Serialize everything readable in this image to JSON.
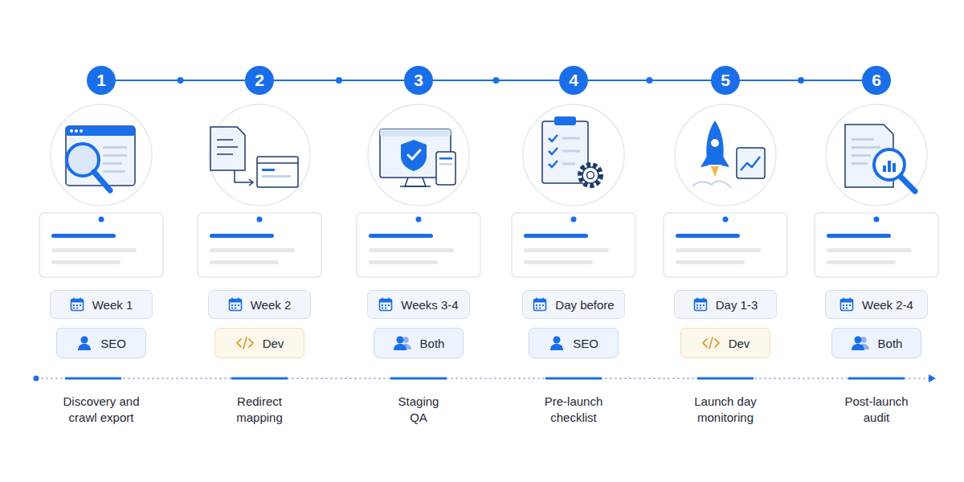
{
  "diagram": {
    "nodes": [
      {
        "text": [
          "1"
        ]
      },
      {
        "text": [
          "2"
        ]
      },
      {
        "text": [
          "3"
        ]
      },
      {
        "text": [
          "4"
        ]
      },
      {
        "text": [
          "5"
        ]
      },
      {
        "text": [
          "6"
        ]
      },
      {
        "text": [
          "Week 1"
        ]
      },
      {
        "text": [
          "Week 2"
        ]
      },
      {
        "text": [
          "Weeks 3-4"
        ]
      },
      {
        "text": [
          "Day before"
        ]
      },
      {
        "text": [
          "Day 1-3"
        ]
      },
      {
        "text": [
          "Week 2-4"
        ]
      },
      {
        "text": [
          "SEO"
        ]
      },
      {
        "text": [
          "Dev"
        ]
      },
      {
        "text": [
          "Both"
        ]
      },
      {
        "text": [
          "SEO"
        ]
      },
      {
        "text": [
          "Dev"
        ]
      },
      {
        "text": [
          "Both"
        ]
      }
    ],
    "edges": [
      {
        "from": 0,
        "to": 1,
        "arrow": "none"
      },
      {
        "from": 1,
        "to": 2,
        "arrow": "none"
      },
      {
        "from": 2,
        "to": 3,
        "arrow": "none"
      },
      {
        "from": 3,
        "to": 4,
        "arrow": "none"
      },
      {
        "from": 4,
        "to": 5,
        "arrow": "none"
      }
    ],
    "labels": [
      "Discovery and crawl export",
      "Redirect mapping",
      "Staging QA",
      "Pre-launch checklist",
      "Launch day monitoring",
      "Post-launch audit"
    ]
  }
}
